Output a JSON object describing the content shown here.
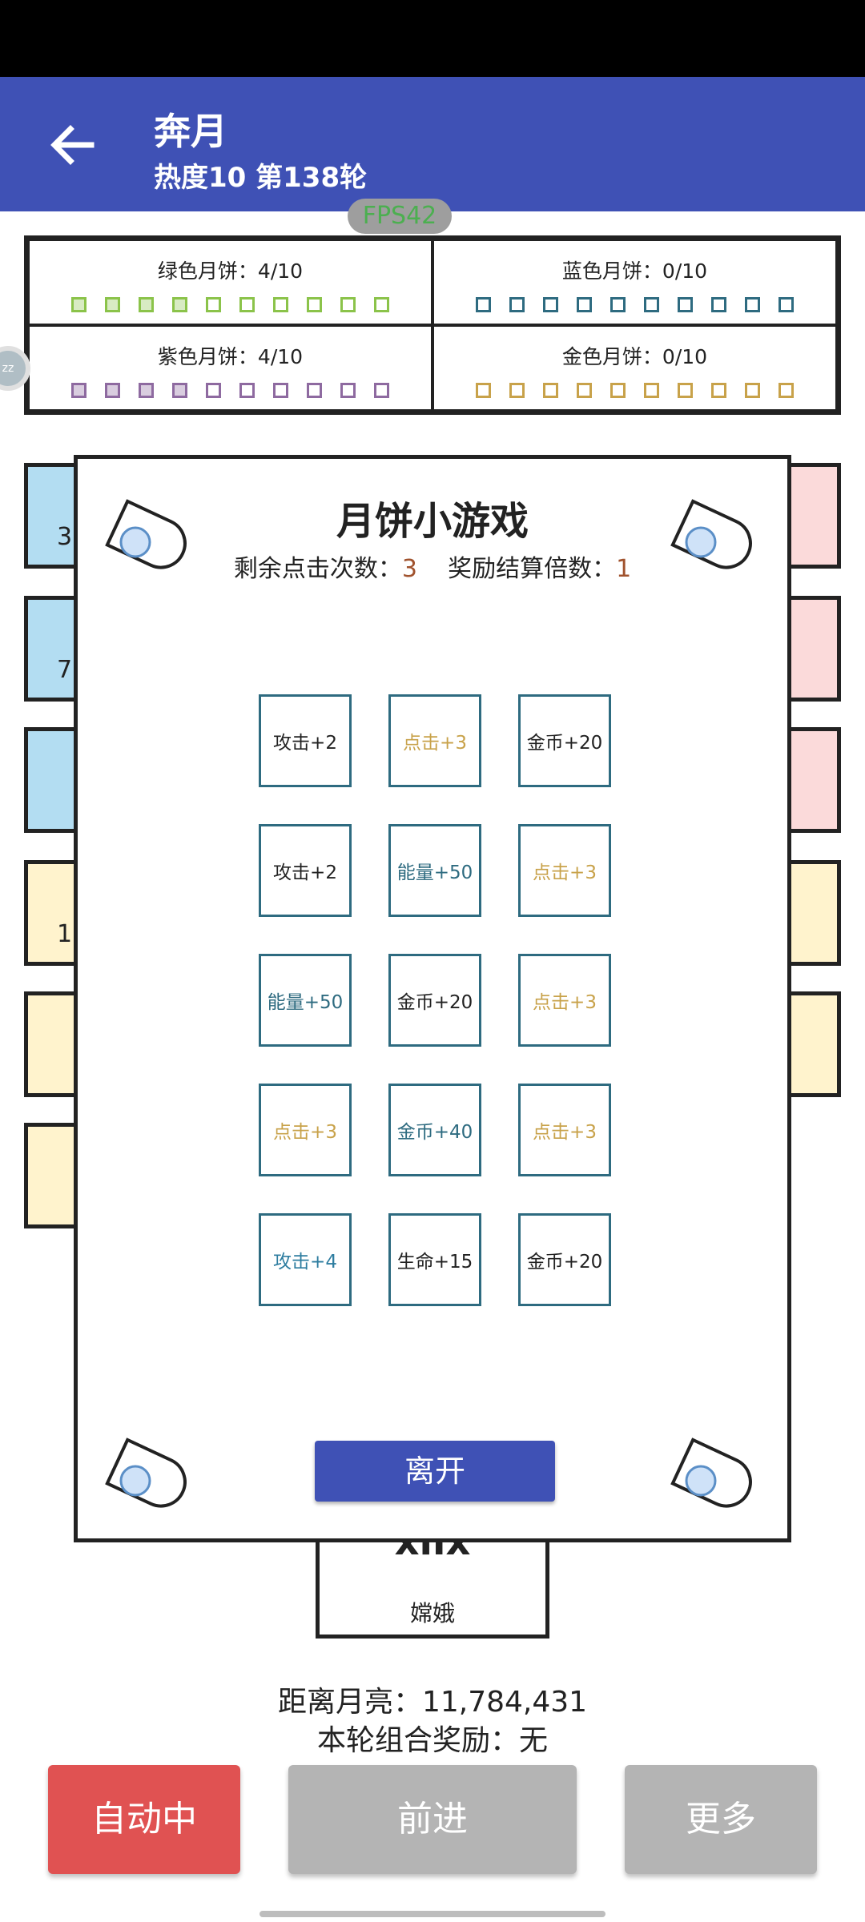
{
  "app": {
    "title": "奔月",
    "subtitle": "热度10 第138轮",
    "fps": "FPS42"
  },
  "mooncakes": [
    {
      "label": "绿色月饼：4/10",
      "color": "#8bc34a",
      "filled": 4,
      "total": 10
    },
    {
      "label": "蓝色月饼：0/10",
      "color": "#2e6b80",
      "filled": 0,
      "total": 10
    },
    {
      "label": "紫色月饼：4/10",
      "color": "#8e6aa0",
      "filled": 4,
      "total": 10
    },
    {
      "label": "金色月饼：0/10",
      "color": "#c8a24a",
      "filled": 0,
      "total": 10
    }
  ],
  "side_circle": "zz",
  "left_cards": [
    {
      "text": "3",
      "color": "#b3ddf2"
    },
    {
      "text": "7",
      "color": "#b3ddf2"
    },
    {
      "text": "",
      "color": "#b3ddf2"
    },
    {
      "text": "1",
      "color": "#fff3cd"
    },
    {
      "text": "",
      "color": "#fff3cd"
    },
    {
      "text": "",
      "color": "#fff3cd"
    }
  ],
  "right_cards": [
    {
      "color": "#fbdada"
    },
    {
      "color": "#fbdada"
    },
    {
      "color": "#fbdada"
    },
    {
      "color": "#fff3cd"
    },
    {
      "color": "#fff3cd"
    }
  ],
  "character": {
    "name": "嫦娥",
    "partial": "xlix"
  },
  "dialog": {
    "title": "月饼小游戏",
    "clicks_label": "剩余点击次数：",
    "clicks_value": "3",
    "mult_label": "奖励结算倍数：",
    "mult_value": "1",
    "tiles": [
      {
        "text": "攻击+2",
        "color": "#222222"
      },
      {
        "text": "点击+3",
        "color": "#c8a24a"
      },
      {
        "text": "金币+20",
        "color": "#222222"
      },
      {
        "text": "攻击+2",
        "color": "#222222"
      },
      {
        "text": "能量+50",
        "color": "#2e6b80"
      },
      {
        "text": "点击+3",
        "color": "#c8a24a"
      },
      {
        "text": "能量+50",
        "color": "#2e6b80"
      },
      {
        "text": "金币+20",
        "color": "#222222"
      },
      {
        "text": "点击+3",
        "color": "#c8a24a"
      },
      {
        "text": "点击+3",
        "color": "#c8a24a"
      },
      {
        "text": "金币+40",
        "color": "#2e6b80"
      },
      {
        "text": "点击+3",
        "color": "#c8a24a"
      },
      {
        "text": "攻击+4",
        "color": "#2e7da0"
      },
      {
        "text": "生命+15",
        "color": "#222222"
      },
      {
        "text": "金币+20",
        "color": "#222222"
      }
    ],
    "leave_label": "离开"
  },
  "footer": {
    "distance": "距离月亮：11,784,431",
    "combo": "本轮组合奖励：无"
  },
  "buttons": {
    "auto": "自动中",
    "forward": "前进",
    "more": "更多"
  }
}
